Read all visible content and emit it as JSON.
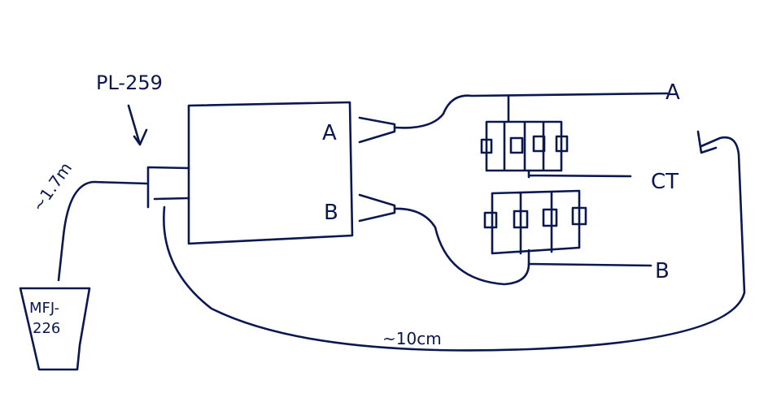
{
  "labels": {
    "connector": "PL-259",
    "cable_length": "~1.7m",
    "port_a": "A",
    "port_b": "B",
    "analyzer_line1": "MFJ-",
    "analyzer_line2": "226",
    "out_a": "A",
    "out_ct": "CT",
    "out_b": "B",
    "loop_length": "~10cm"
  },
  "ink_color": "#0b1850"
}
